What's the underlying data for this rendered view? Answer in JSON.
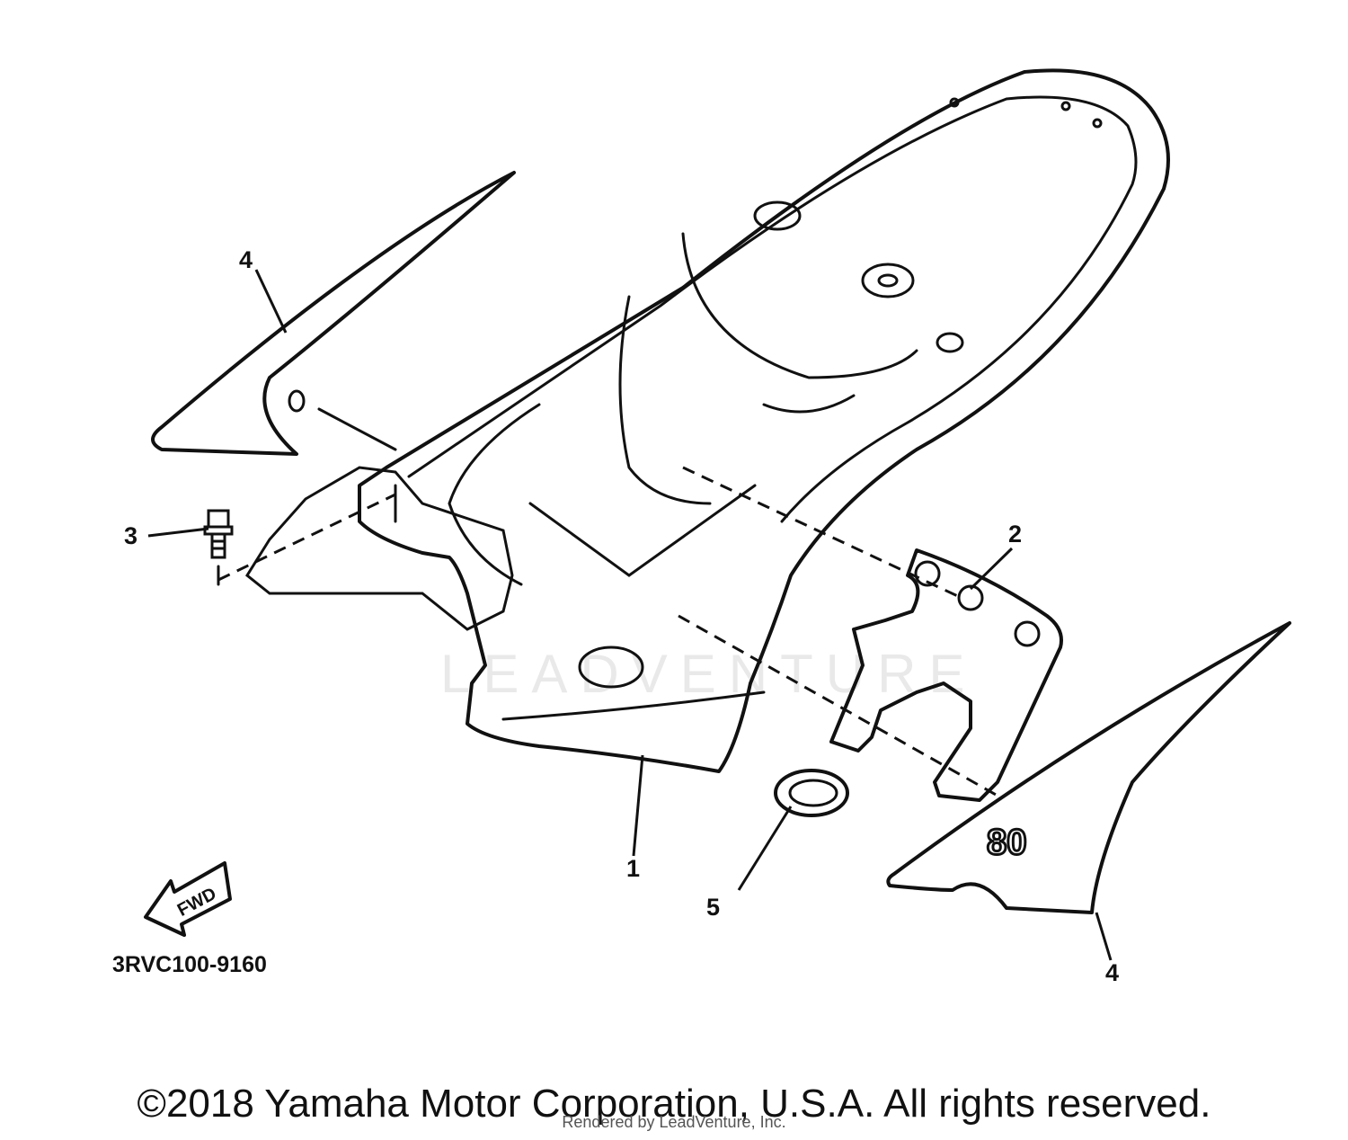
{
  "diagram": {
    "callouts": [
      "1",
      "2",
      "3",
      "4",
      "5"
    ],
    "part_code": "3RVC100-9160",
    "fwd_label": "FWD",
    "decal_number": "80",
    "watermark": "LEADVENTURE"
  },
  "footer": {
    "copyright": "©2018 Yamaha Motor Corporation, U.S.A. All rights reserved.",
    "rendered_by": "Rendered by LeadVenture, Inc."
  }
}
